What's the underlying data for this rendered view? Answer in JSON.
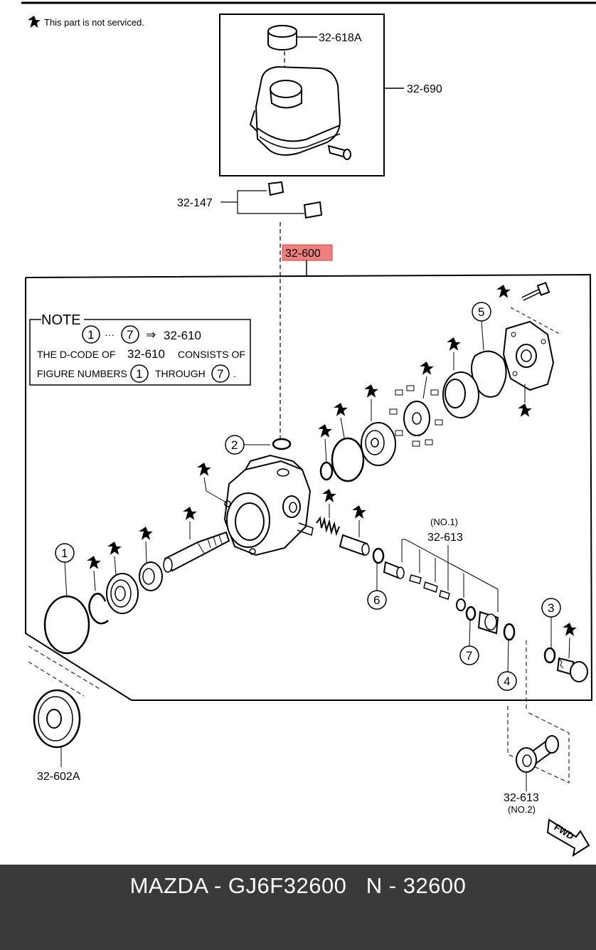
{
  "diagram": {
    "not_serviced_note": "This part is not serviced.",
    "labels": {
      "cap": "32-618A",
      "reservoir": "32-690",
      "clip": "32-147",
      "pump_assembly": "32-600",
      "pulley": "32-602A",
      "valve_no1_code": "32-613",
      "valve_no1_tag": "(NO.1)",
      "valve_no2_code": "32-613",
      "valve_no2_tag": "(NO.2)",
      "fwd": "FWD"
    },
    "note_box": {
      "heading": "NOTE",
      "range_from": "1",
      "range_sep": "···",
      "range_to": "7",
      "arrow": "⇒",
      "target": "32-610",
      "line2_a": "THE D-CODE OF",
      "line2_b": "32-610",
      "line2_c": "CONSISTS OF",
      "line3_a": "FIGURE NUMBERS",
      "line3_num1": "1",
      "line3_b": "THROUGH",
      "line3_num2": "7",
      "line3_end": "."
    },
    "callouts": {
      "n1": "1",
      "n2": "2",
      "n3": "3",
      "n4": "4",
      "n5": "5",
      "n6": "6",
      "n7": "7"
    },
    "highlight_color": "#f08080"
  },
  "footer": {
    "caption": "MAZDA - GJ6F32600   N - 32600",
    "background": "#3a3a3c"
  }
}
